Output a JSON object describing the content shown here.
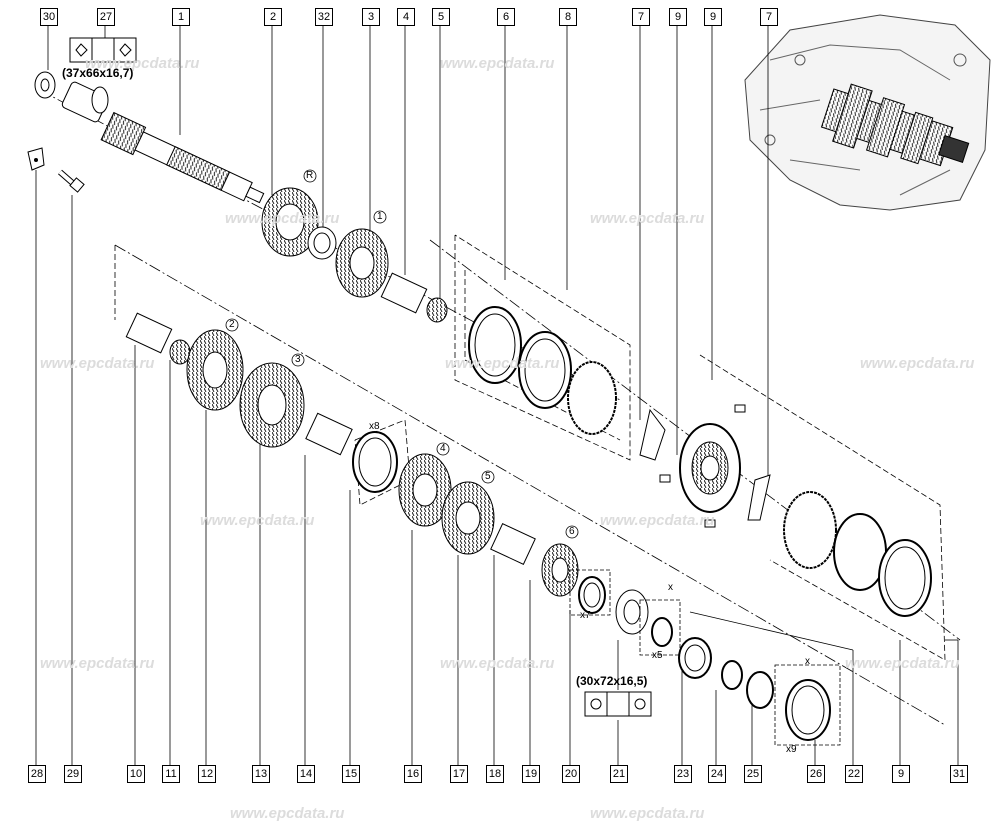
{
  "watermark": "www.epcdata.ru",
  "callouts_top": [
    "30",
    "27",
    "1",
    "2",
    "32",
    "3",
    "4",
    "5",
    "6",
    "8",
    "7",
    "9",
    "9",
    "7"
  ],
  "callouts_bottom": [
    "28",
    "29",
    "10",
    "11",
    "12",
    "13",
    "14",
    "15",
    "16",
    "17",
    "18",
    "19",
    "20",
    "21",
    "23",
    "24",
    "25",
    "26",
    "22",
    "9",
    "31"
  ],
  "bearing_label_top": "(37x66x16,7)",
  "bearing_label_bottom": "(30x72x16,5)",
  "qty_labels": {
    "q8": "x8",
    "q7": "x7",
    "q5": "x5",
    "q9": "x9"
  },
  "marker_letters": {
    "x1": "x",
    "x2": "x"
  },
  "circled_marks": {
    "r": "R",
    "c1": "1",
    "c2": "2",
    "c3": "3",
    "c4": "4",
    "c5": "5",
    "c6": "6"
  }
}
